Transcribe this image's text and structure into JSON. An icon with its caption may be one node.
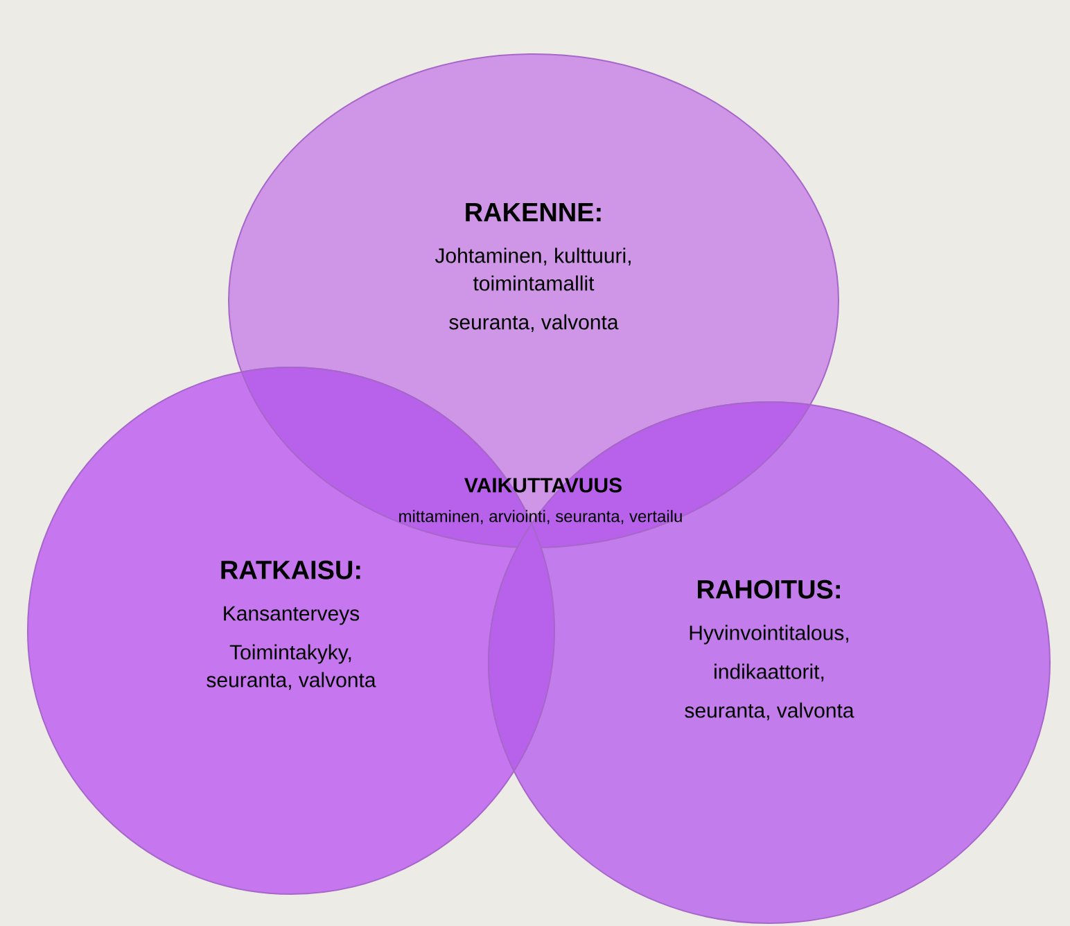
{
  "diagram": {
    "nodes": [
      {
        "text": [
          "RAKENNE:",
          "Johtaminen, kulttuuri, toimintamallit",
          "seuranta, valvonta"
        ]
      },
      {
        "text": [
          "RATKAISU:",
          "Kansanterveys",
          "Toimintakyky, seuranta, valvonta"
        ]
      },
      {
        "text": [
          "RAHOITUS:",
          "Hyvinvointitalous,",
          "indikaattorit,",
          "seuranta, valvonta"
        ]
      }
    ],
    "labels": [
      "VAIKUTTAVUUS",
      "mittaminen, arviointi, seuranta, vertailu"
    ]
  }
}
